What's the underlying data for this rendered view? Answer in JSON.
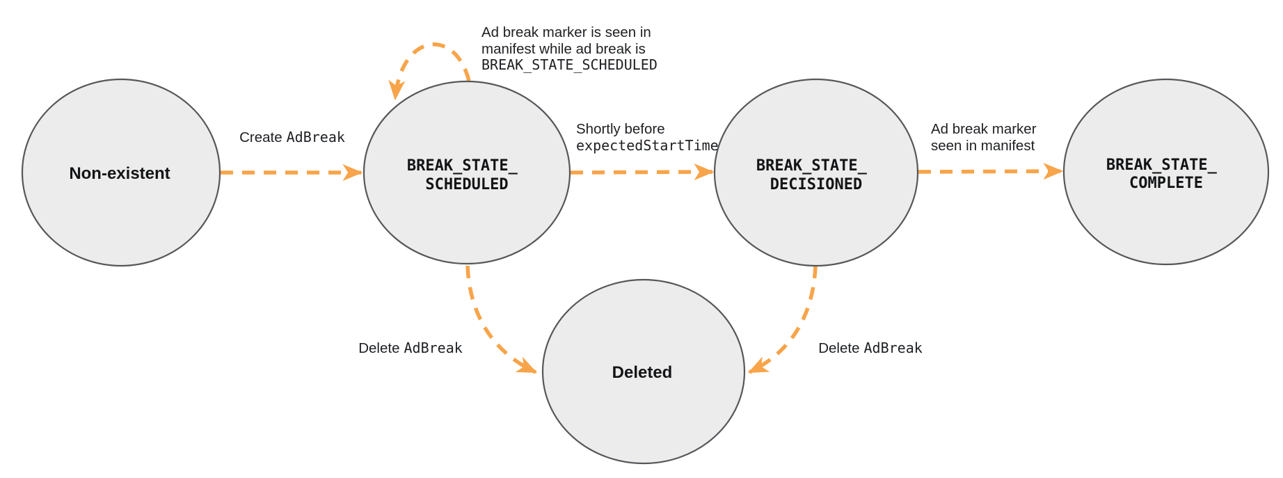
{
  "diagram": {
    "colors": {
      "arrow": "#F7A44A",
      "node_fill": "#ECECEC",
      "node_stroke": "#55575A",
      "text": "#1D1F22"
    },
    "states": {
      "non_existent": {
        "label": "Non-existent"
      },
      "scheduled": {
        "line1": "BREAK_STATE_",
        "line2": "SCHEDULED"
      },
      "decisioned": {
        "line1": "BREAK_STATE_",
        "line2": "DECISIONED"
      },
      "complete": {
        "line1": "BREAK_STATE_",
        "line2": "COMPLETE"
      },
      "deleted": {
        "label": "Deleted"
      }
    },
    "transitions": {
      "create": {
        "prefix": "Create",
        "code": "AdBreak"
      },
      "self_loop": {
        "line1": "Ad break marker is seen in",
        "line2": "manifest while ad break is",
        "line3": "BREAK_STATE_SCHEDULED"
      },
      "shortly": {
        "line1": "Shortly before",
        "line2": "expectedStartTime"
      },
      "marker_seen": {
        "line1": "Ad break marker",
        "line2": "seen in manifest"
      },
      "delete_left": {
        "prefix": "Delete",
        "code": "AdBreak"
      },
      "delete_right": {
        "prefix": "Delete",
        "code": "AdBreak"
      }
    }
  }
}
